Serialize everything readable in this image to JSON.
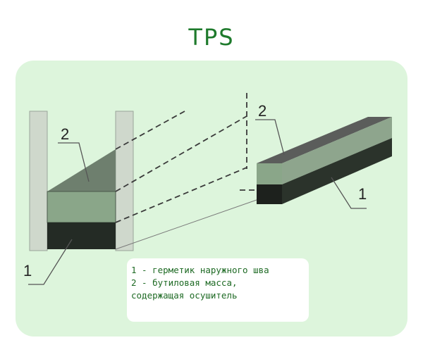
{
  "title": "TPS",
  "labels": {
    "sealant": "1",
    "butyl": "2"
  },
  "legend": [
    "1 - герметик наружного шва",
    "2 - бутиловая масса,",
    "содержащая осушитель"
  ],
  "colors": {
    "title": "#1e7a2c",
    "panel": "#ddf5dc",
    "glass": "#cfd8cc",
    "butyl_front": "#8aa689",
    "butyl_top": "#6e7f6e",
    "sealant": "#242b25",
    "legend_text": "#1e6a24"
  }
}
